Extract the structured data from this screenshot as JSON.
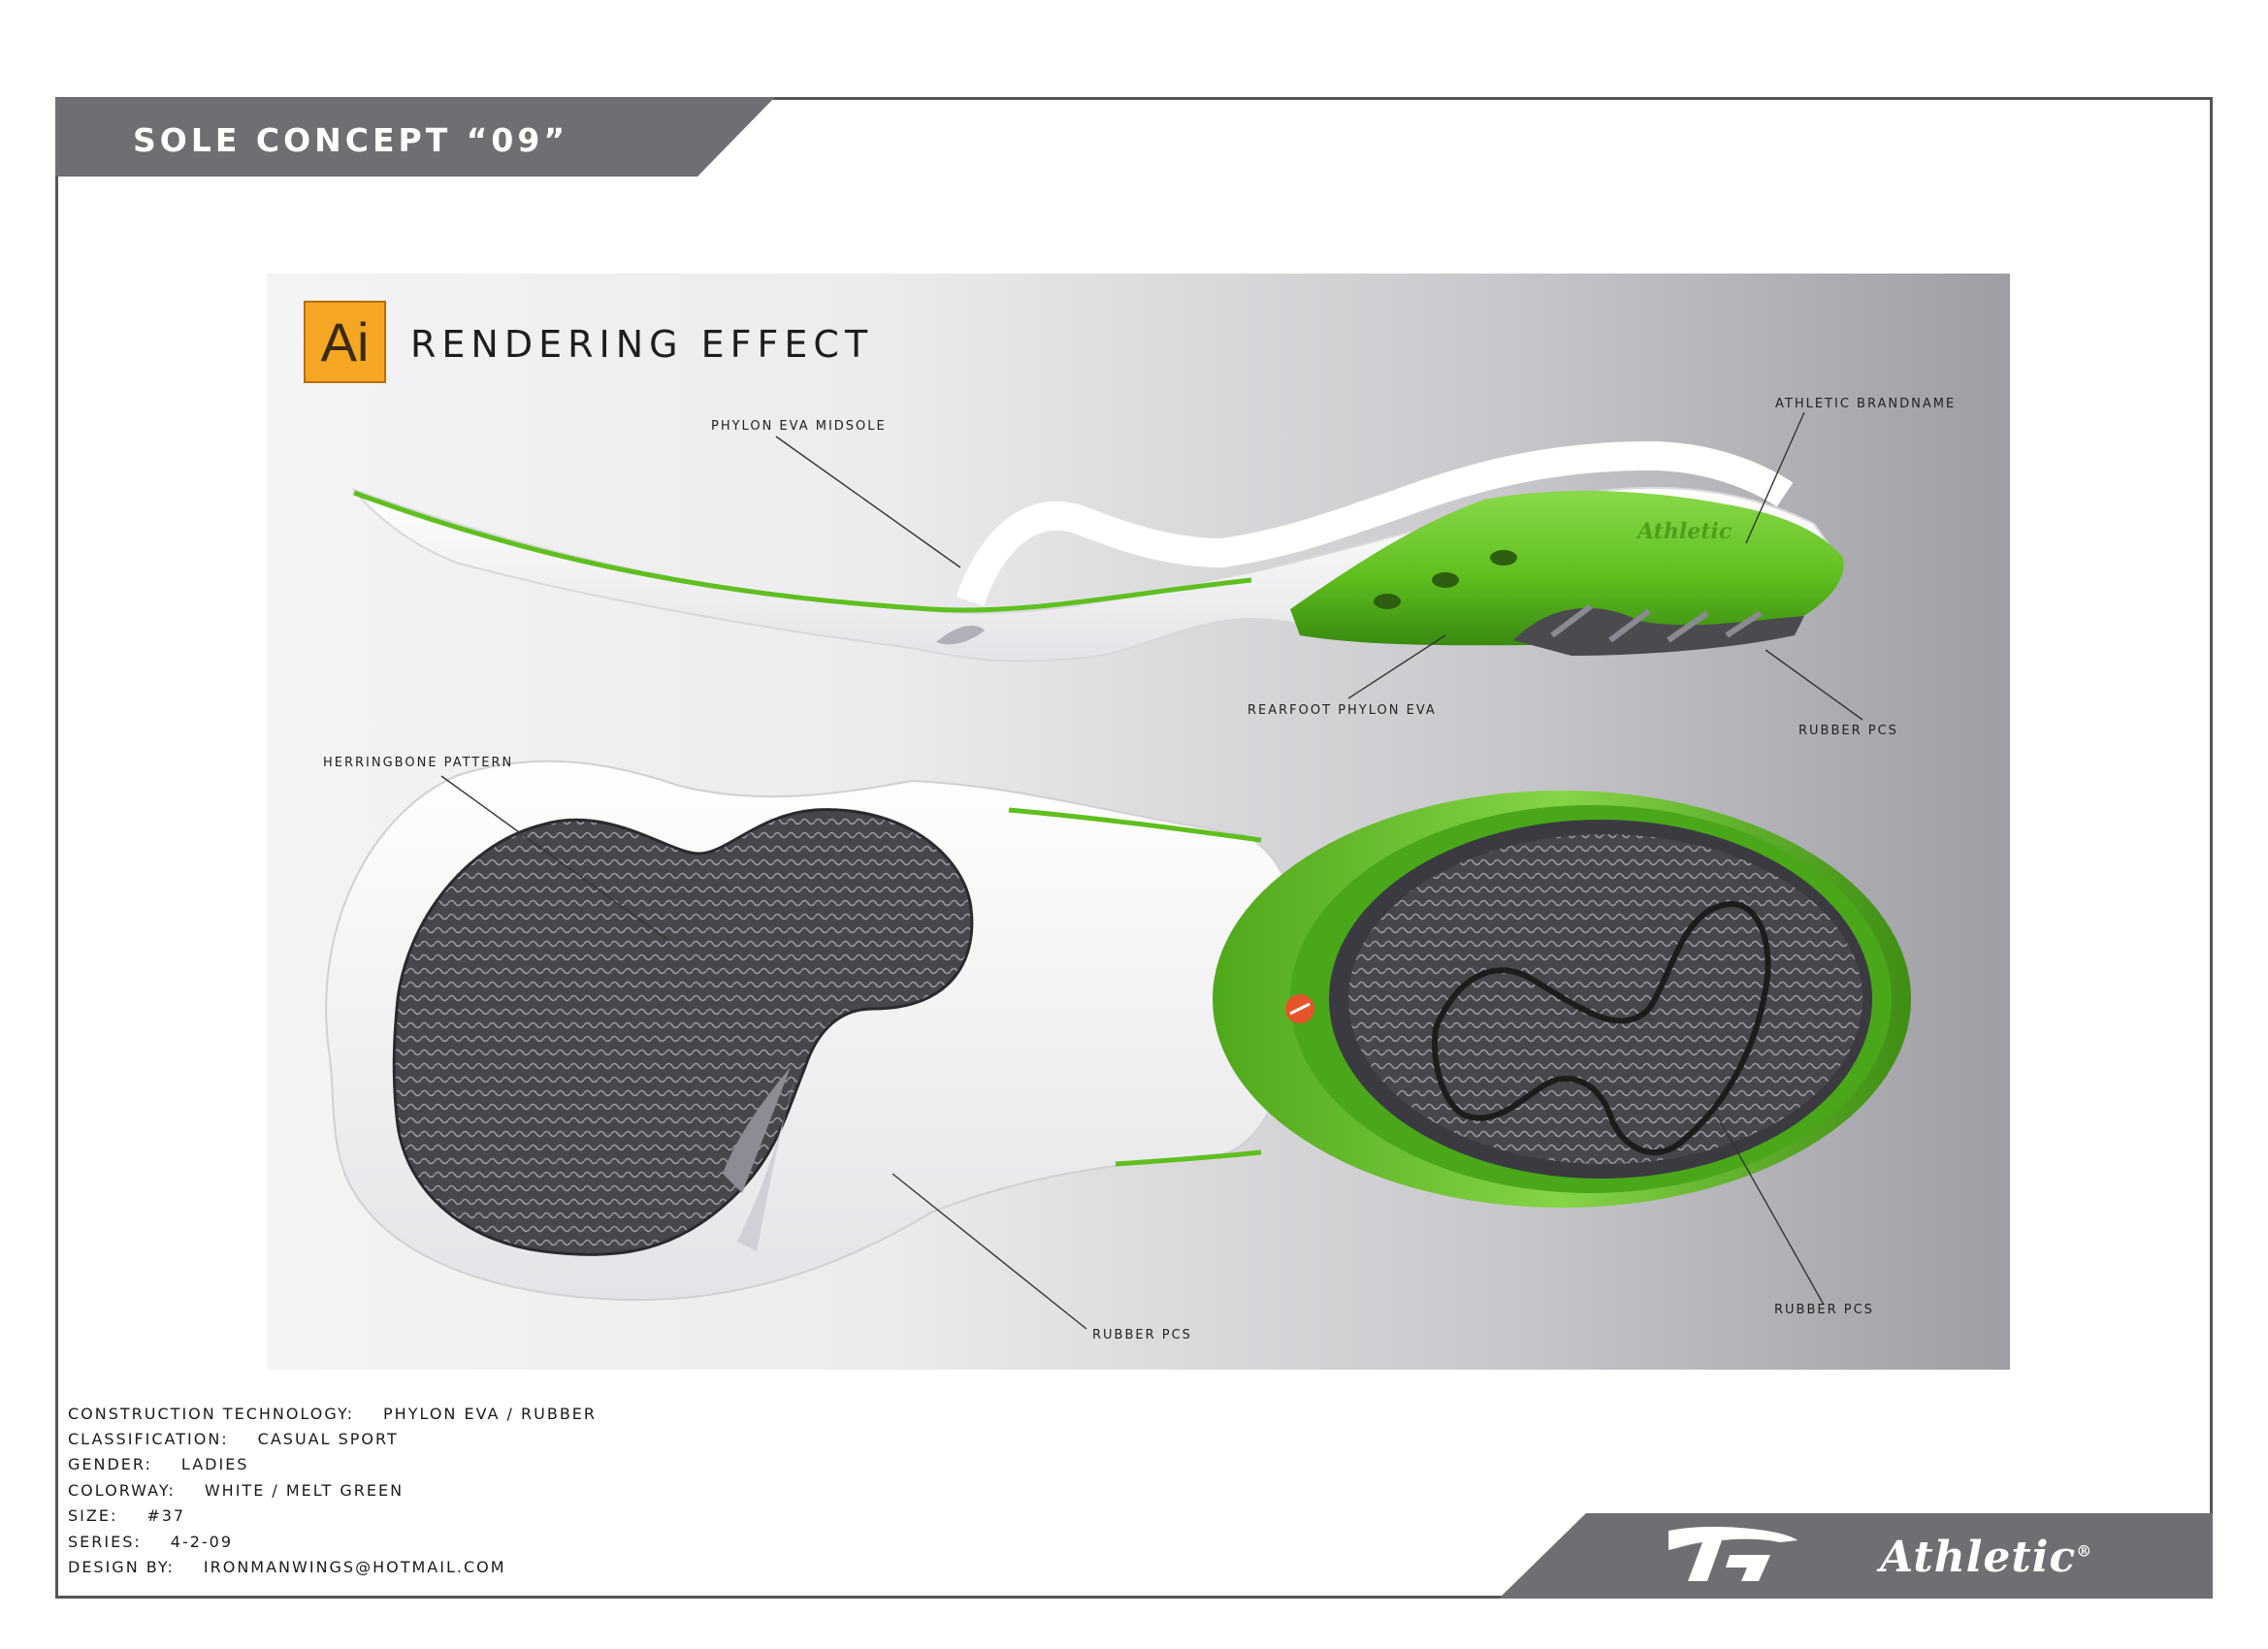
{
  "header": {
    "title": "SOLE CONCEPT “09”"
  },
  "render": {
    "badge_text": "Ai",
    "title": "RENDERING EFFECT",
    "callouts": {
      "phylon_midsole": "PHYLON EVA MIDSOLE",
      "athletic_brandname": "ATHLETIC BRANDNAME",
      "rearfoot_phylon": "REARFOOT PHYLON EVA",
      "rubber_pcs_side": "RUBBER PCS",
      "herringbone": "HERRINGBONE PATTERN",
      "rubber_pcs_forefoot": "RUBBER PCS",
      "rubber_pcs_heel": "RUBBER PCS"
    },
    "embossed_logo_text": "Athletic"
  },
  "specs": [
    {
      "label": "CONSTRUCTION TECHNOLOGY:",
      "value": "PHYLON EVA / RUBBER"
    },
    {
      "label": "CLASSIFICATION:",
      "value": "CASUAL SPORT"
    },
    {
      "label": "GENDER:",
      "value": "LADIES"
    },
    {
      "label": "COLORWAY:",
      "value": "WHITE / MELT GREEN"
    },
    {
      "label": "SIZE:",
      "value": "#37"
    },
    {
      "label": "SERIES:",
      "value": "4-2-09"
    },
    {
      "label": "DESIGN BY:",
      "value": "IRONMANWINGS@HOTMAIL.COM"
    }
  ],
  "footer": {
    "brand": "Athletic",
    "registered": "®"
  },
  "colors": {
    "band_gray": "#6f6f73",
    "accent_green": "#6cc72a",
    "dark_green": "#3f8e14",
    "rubber_gray": "#4a4a4f",
    "logo_orange": "#e8542a"
  }
}
